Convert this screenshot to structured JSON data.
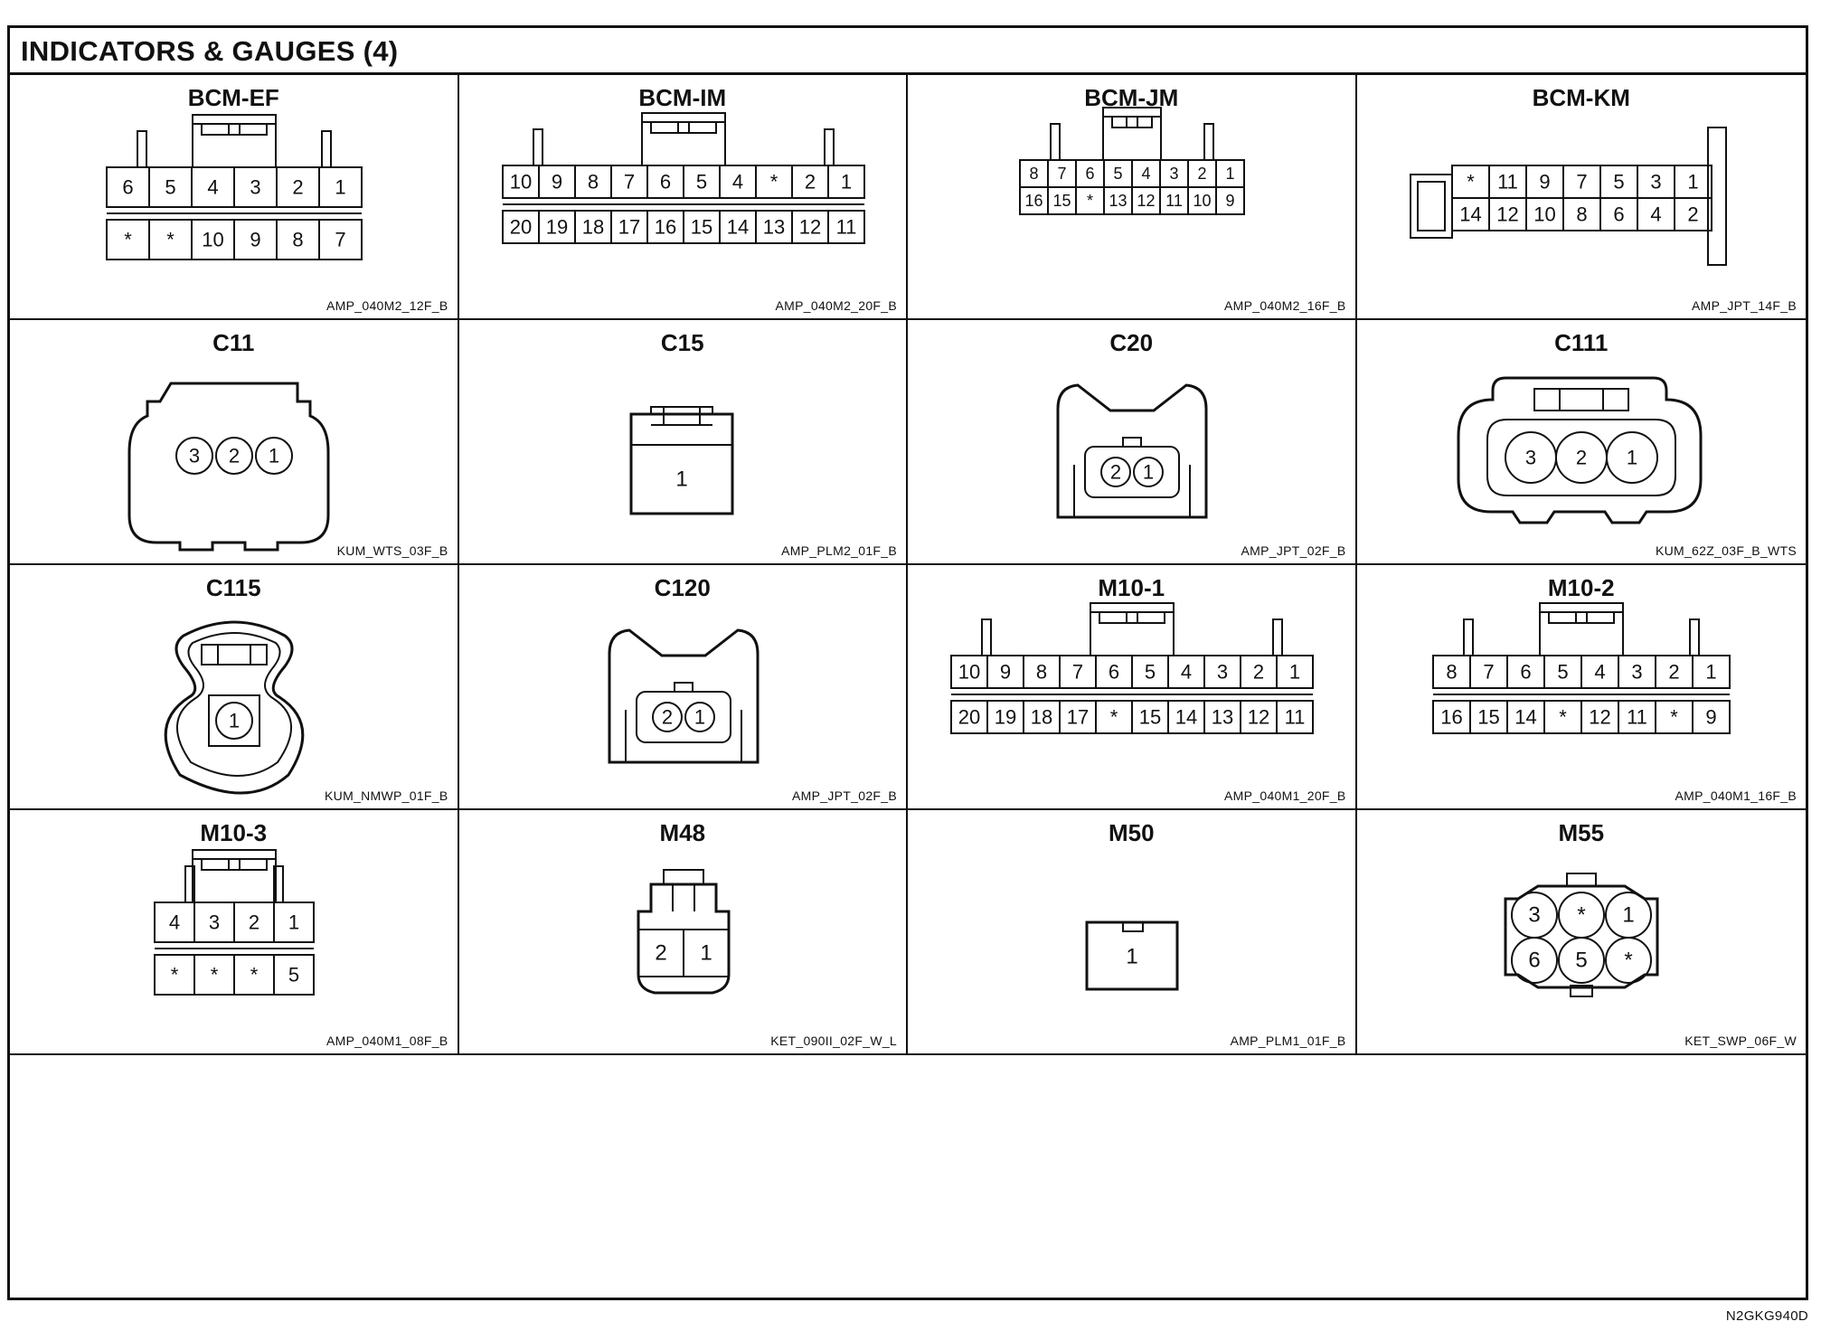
{
  "page": {
    "title": "INDICATORS & GAUGES (4)",
    "doc_code": "N2GKG940D"
  },
  "connectors": [
    {
      "name": "BCM-EF",
      "code": "AMP_040M2_12F_B",
      "kind": "dual",
      "top": [
        "6",
        "5",
        "4",
        "3",
        "2",
        "1"
      ],
      "bottom": [
        "*",
        "*",
        "10",
        "9",
        "8",
        "7"
      ]
    },
    {
      "name": "BCM-IM",
      "code": "AMP_040M2_20F_B",
      "kind": "dual",
      "top": [
        "10",
        "9",
        "8",
        "7",
        "6",
        "5",
        "4",
        "*",
        "2",
        "1"
      ],
      "bottom": [
        "20",
        "19",
        "18",
        "17",
        "16",
        "15",
        "14",
        "13",
        "12",
        "11"
      ]
    },
    {
      "name": "BCM-JM",
      "code": "AMP_040M2_16F_B",
      "kind": "dual",
      "top": [
        "8",
        "7",
        "6",
        "5",
        "4",
        "3",
        "2",
        "1"
      ],
      "bottom": [
        "16",
        "15",
        "*",
        "13",
        "12",
        "11",
        "10",
        "9"
      ]
    },
    {
      "name": "BCM-KM",
      "code": "AMP_JPT_14F_B",
      "kind": "dual",
      "top": [
        "*",
        "11",
        "9",
        "7",
        "5",
        "3",
        "1"
      ],
      "bottom": [
        "14",
        "12",
        "10",
        "8",
        "6",
        "4",
        "2"
      ]
    },
    {
      "name": "C11",
      "code": "KUM_WTS_03F_B",
      "kind": "round",
      "pins": [
        "3",
        "2",
        "1"
      ]
    },
    {
      "name": "C15",
      "code": "AMP_PLM2_01F_B",
      "kind": "single",
      "pins": [
        "1"
      ]
    },
    {
      "name": "C20",
      "code": "AMP_JPT_02F_B",
      "kind": "ears",
      "pins": [
        "2",
        "1"
      ]
    },
    {
      "name": "C111",
      "code": "KUM_62Z_03F_B_WTS",
      "kind": "round",
      "pins": [
        "3",
        "2",
        "1"
      ]
    },
    {
      "name": "C115",
      "code": "KUM_NMWP_01F_B",
      "kind": "eight",
      "pins": [
        "1"
      ]
    },
    {
      "name": "C120",
      "code": "AMP_JPT_02F_B",
      "kind": "ears",
      "pins": [
        "2",
        "1"
      ]
    },
    {
      "name": "M10-1",
      "code": "AMP_040M1_20F_B",
      "kind": "dual",
      "top": [
        "10",
        "9",
        "8",
        "7",
        "6",
        "5",
        "4",
        "3",
        "2",
        "1"
      ],
      "bottom": [
        "20",
        "19",
        "18",
        "17",
        "*",
        "15",
        "14",
        "13",
        "12",
        "11"
      ]
    },
    {
      "name": "M10-2",
      "code": "AMP_040M1_16F_B",
      "kind": "dual",
      "top": [
        "8",
        "7",
        "6",
        "5",
        "4",
        "3",
        "2",
        "1"
      ],
      "bottom": [
        "16",
        "15",
        "14",
        "*",
        "12",
        "11",
        "*",
        "9"
      ]
    },
    {
      "name": "M10-3",
      "code": "AMP_040M1_08F_B",
      "kind": "dual",
      "top": [
        "4",
        "3",
        "2",
        "1"
      ],
      "bottom": [
        "*",
        "*",
        "*",
        "5"
      ]
    },
    {
      "name": "M48",
      "code": "KET_090II_02F_W_L",
      "kind": "m48",
      "pins": [
        "2",
        "1"
      ]
    },
    {
      "name": "M50",
      "code": "AMP_PLM1_01F_B",
      "kind": "box",
      "pins": [
        "1"
      ]
    },
    {
      "name": "M55",
      "code": "KET_SWP_06F_W",
      "kind": "hex",
      "top": [
        "3",
        "*",
        "1"
      ],
      "bottom": [
        "6",
        "5",
        "*"
      ]
    }
  ]
}
